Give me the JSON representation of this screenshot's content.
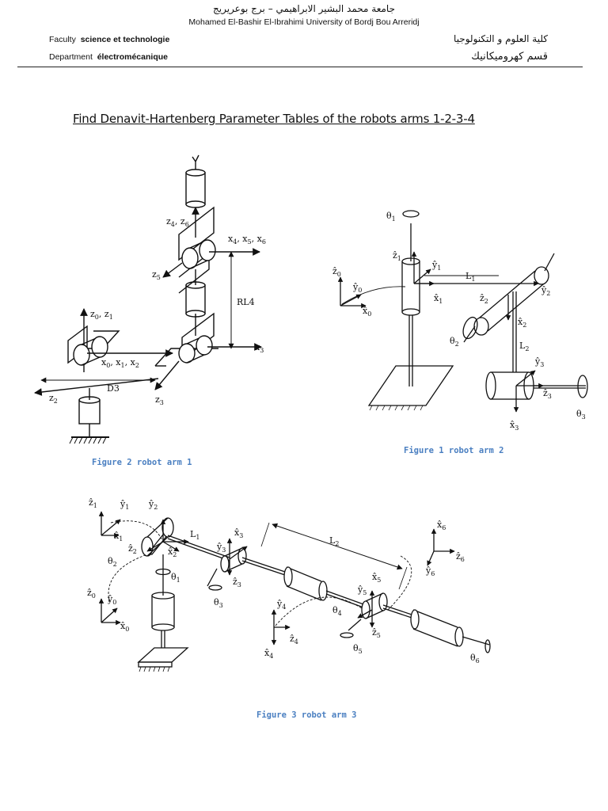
{
  "header": {
    "university_ar": "جامعة محمد البشير الابراهيمي – برج بوعريريج",
    "university_en": "Mohamed El-Bashir El-Ibrahimi University of Bordj Bou Arreridj",
    "faculty_label": "Faculty",
    "faculty_value": "science et technologie",
    "department_label": "Department",
    "department_value": "électromécanique",
    "faculty_ar": "كلية   العلوم و التكنولوجيا",
    "department_ar": "قسم كهروميكانيك"
  },
  "title": "Find Denavit-Hartenberg Parameter Tables of the robots arms 1-2-3-4",
  "figures": {
    "fig2_caption": "Figure 2  robot arm 1",
    "fig1_caption": "Figure 1 robot arm 2",
    "fig3_caption": "Figure 3 robot arm 3"
  },
  "colors": {
    "caption": "#4a7fc1",
    "line": "#111111"
  }
}
